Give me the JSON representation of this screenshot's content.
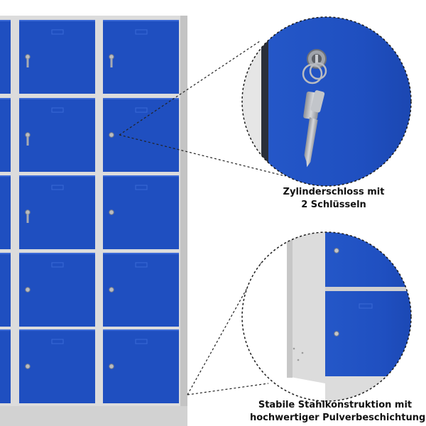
{
  "product": {
    "name": "metal-locker-cabinet",
    "rows": 5,
    "visible_columns": 3,
    "colors": {
      "door_blue": "#1f4fc0",
      "door_blue_dark": "#173f9e",
      "door_highlight": "#3a69d6",
      "frame_gray": "#dcdcdc",
      "frame_shadow": "#c4c4c4",
      "lock_silver": "#b9bcc2",
      "key_silver": "#a8abb2",
      "connector": "#222222"
    }
  },
  "callouts": [
    {
      "id": "lock-detail",
      "lines": [
        "Zylinderschloss mit",
        "2 Schlüsseln"
      ],
      "icon": "cylinder-lock-with-keys"
    },
    {
      "id": "steel-detail",
      "lines": [
        "Stabile Stahlkonstruktion mit",
        "hochwertiger Pulverbeschichtung"
      ],
      "icon": "steel-locker-corner"
    }
  ]
}
